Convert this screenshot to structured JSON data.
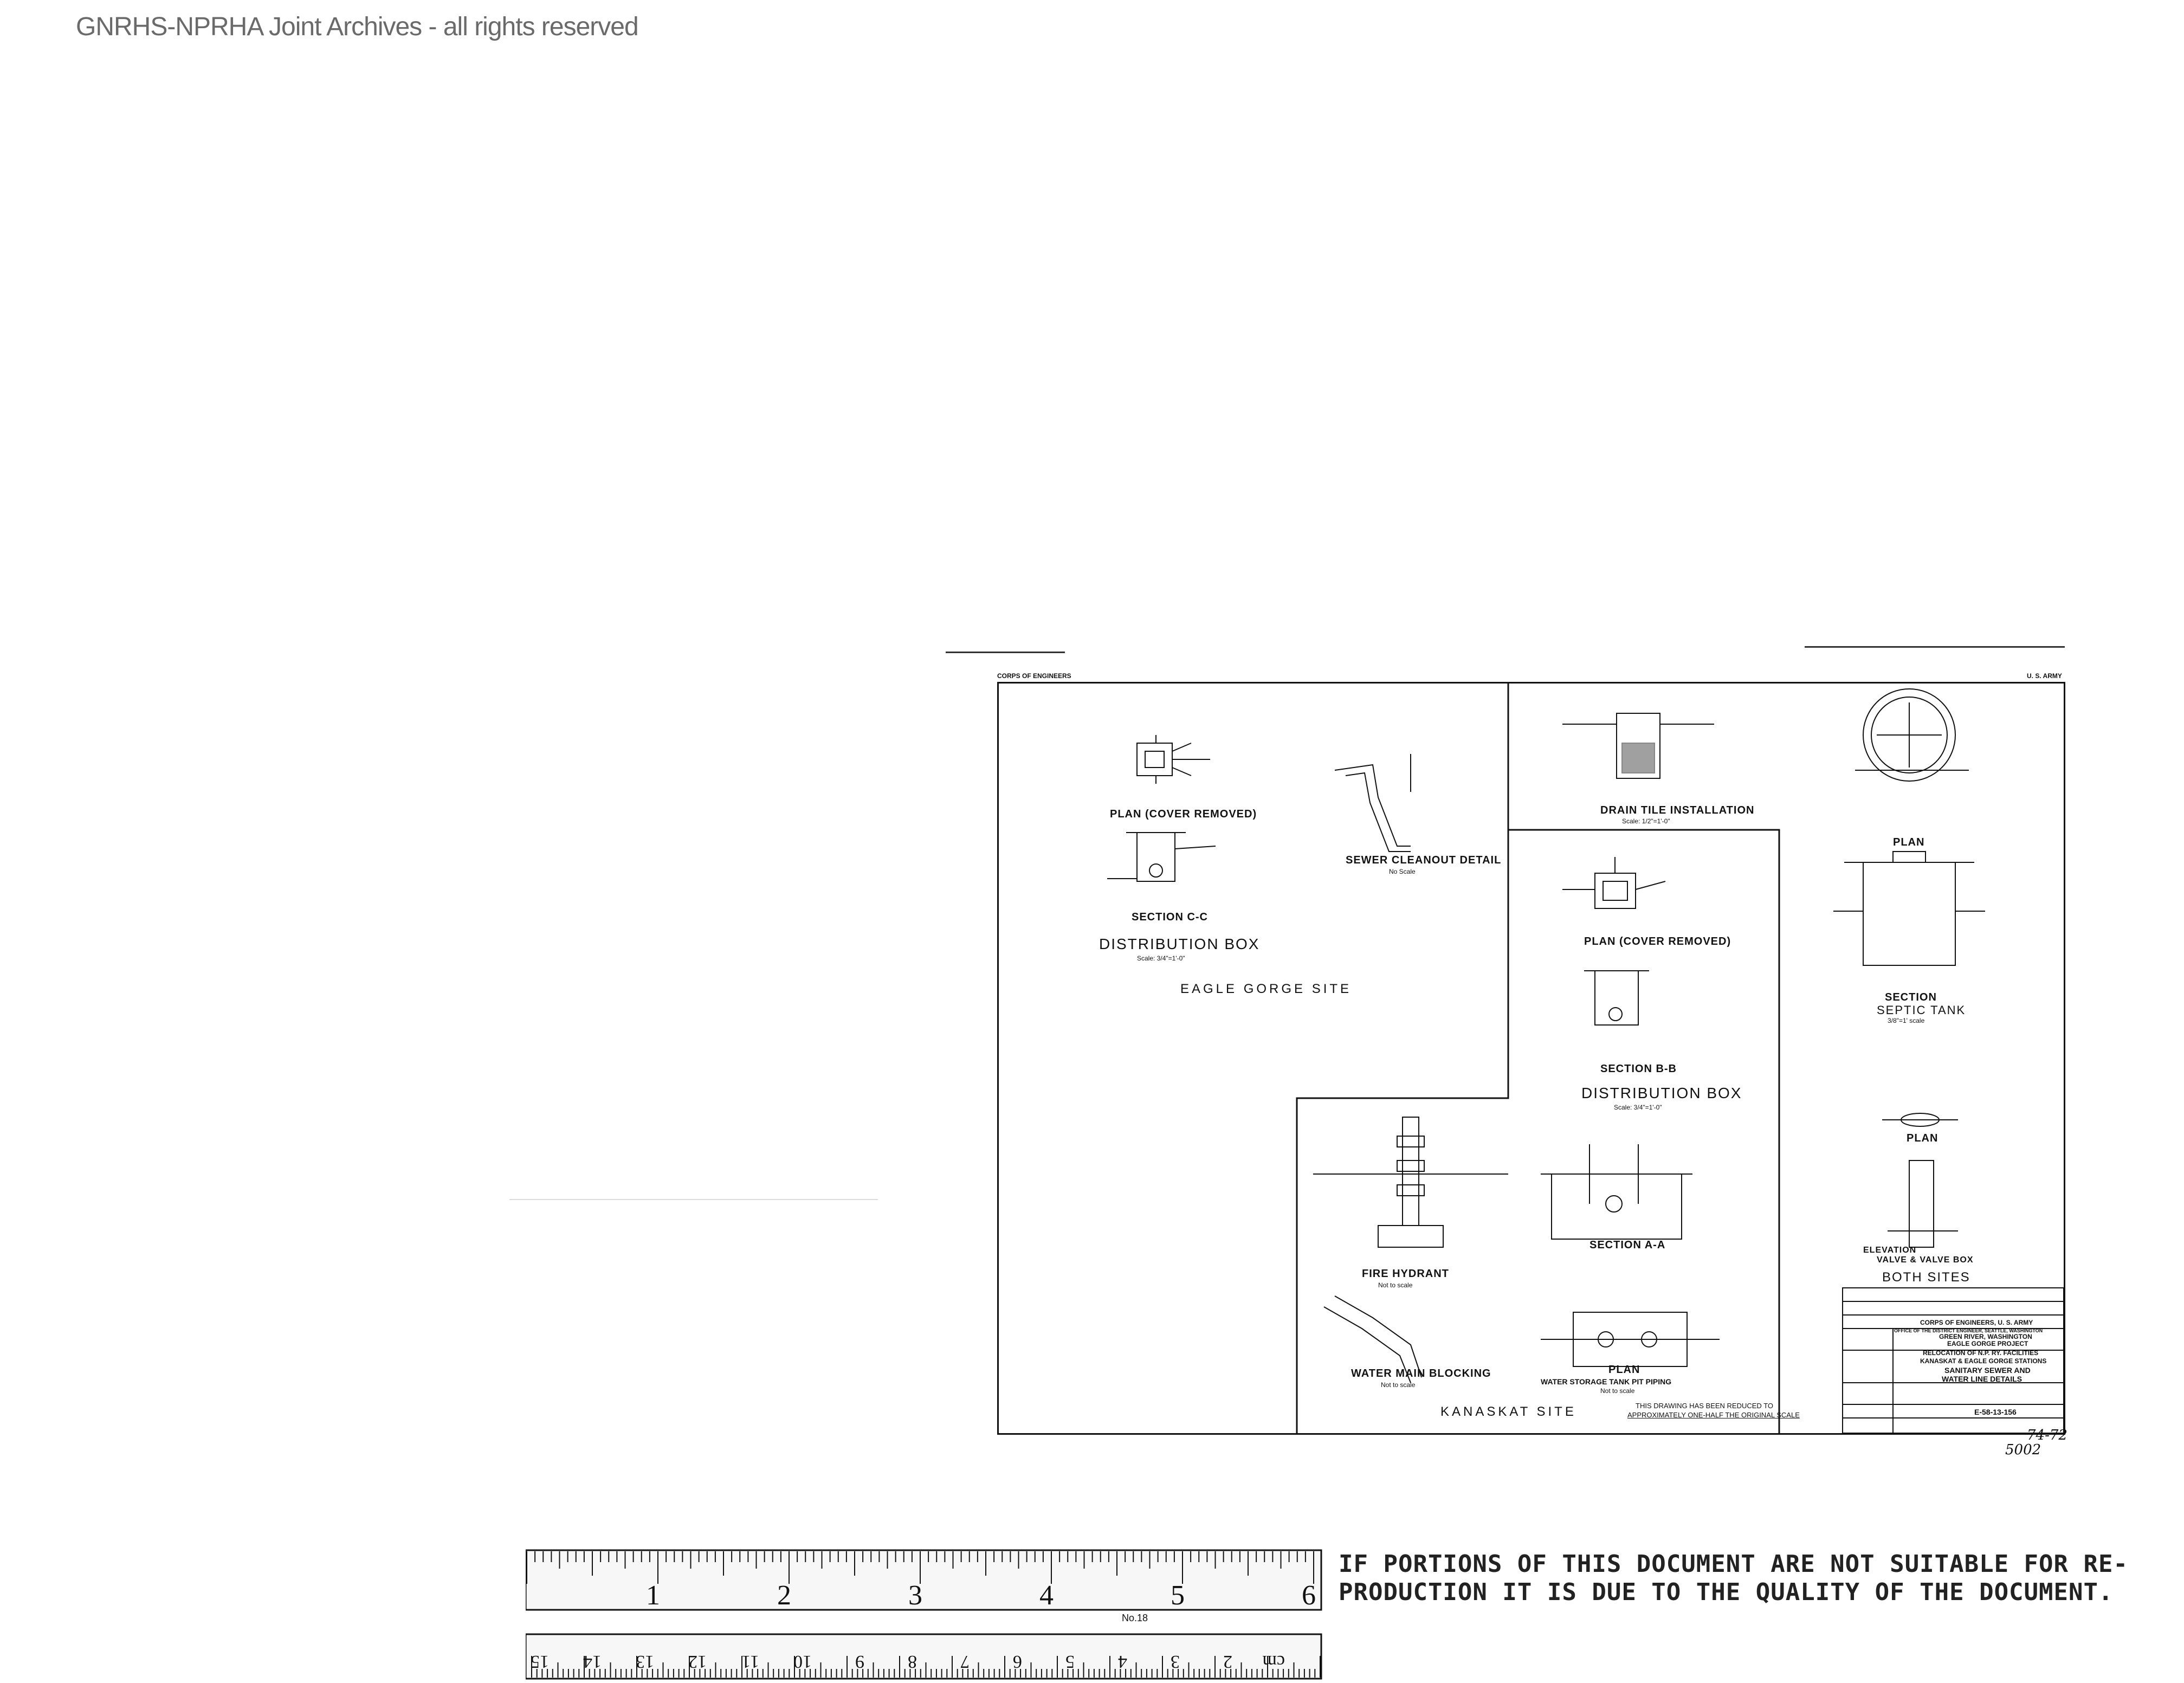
{
  "watermark": "GNRHS-NPRHA Joint Archives - all rights reserved",
  "sheet_header": {
    "left": "CORPS OF ENGINEERS",
    "right": "U. S. ARMY"
  },
  "eagle": {
    "plan_cc": "PLAN (COVER REMOVED)",
    "section_cc": "SECTION C-C",
    "dist_box": "DISTRIBUTION BOX",
    "dist_scale": "Scale: 3/4\"=1'-0\"",
    "cleanout": "SEWER CLEANOUT DETAIL",
    "cleanout_scale": "No Scale",
    "site": "EAGLE GORGE SITE"
  },
  "middle": {
    "drain_tile": "DRAIN TILE INSTALLATION",
    "drain_scale": "Scale: 1/2\"=1'-0\"",
    "plan_bb": "PLAN (COVER REMOVED)",
    "section_bb": "SECTION B-B",
    "dist_box": "DISTRIBUTION BOX",
    "dist_scale": "Scale: 3/4\"=1'-0\"",
    "section_aa": "SECTION A-A"
  },
  "kanaskat": {
    "hydrant": "FIRE HYDRANT",
    "hydrant_scale": "Not to scale",
    "blocking": "WATER MAIN BLOCKING",
    "blocking_scale": "Not to scale",
    "pit_plan": "PLAN",
    "pit_title": "WATER STORAGE TANK PIT PIPING",
    "pit_scale": "Not to scale",
    "site": "KANASKAT SITE",
    "reduced_1": "THIS DRAWING HAS BEEN REDUCED TO",
    "reduced_2": "APPROXIMATELY ONE-HALF THE ORIGINAL SCALE"
  },
  "right": {
    "plan": "PLAN",
    "section": "SECTION",
    "septic": "SEPTIC TANK",
    "septic_scale": "3/8\"=1' scale",
    "valve_plan": "PLAN",
    "elevation": "ELEVATION",
    "valve_box": "VALVE & VALVE BOX",
    "both": "BOTH SITES"
  },
  "title_block": {
    "l1": "CORPS OF ENGINEERS, U. S. ARMY",
    "l2": "OFFICE OF THE DISTRICT ENGINEER, SEATTLE, WASHINGTON",
    "l3": "GREEN RIVER, WASHINGTON",
    "l4": "EAGLE GORGE PROJECT",
    "l5": "RELOCATION OF N.P. RY. FACILITIES",
    "l6": "KANASKAT & EAGLE GORGE STATIONS",
    "l7": "SANITARY SEWER AND",
    "l8": "WATER LINE DETAILS",
    "dwg": "E-58-13-156"
  },
  "handwritten": {
    "a": "74-72",
    "b": "5002"
  },
  "notice": {
    "line1": "IF PORTIONS OF THIS DOCUMENT ARE NOT SUITABLE FOR RE-",
    "line2": "PRODUCTION IT IS DUE TO THE QUALITY OF THE DOCUMENT."
  },
  "ruler": {
    "inches": [
      "1",
      "2",
      "3",
      "4",
      "5",
      "6"
    ],
    "cm": [
      "cm",
      "2",
      "3",
      "4",
      "5",
      "6",
      "7",
      "8",
      "9",
      "10",
      "11",
      "12",
      "13",
      "14",
      "15"
    ],
    "model": "No.18"
  }
}
